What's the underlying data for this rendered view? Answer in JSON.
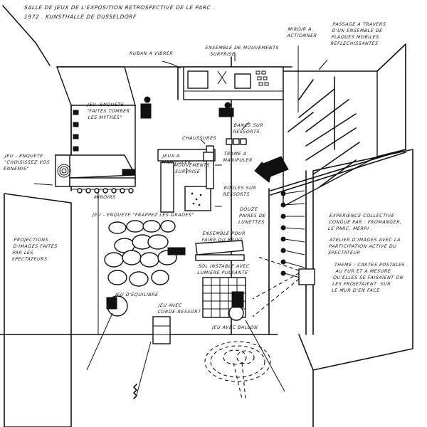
{
  "title": {
    "line1": "Salle de jeux de l'exposition retrospective de Le Parc .",
    "line2": "1972 . Kunsthalle de Dusseldorf"
  },
  "labels": {
    "ruban": "Ruban a vibrer",
    "mouvements_surprise": "Ensemble de mouvements\n   surprise",
    "miroir": "Miroir a\nactionner",
    "passage": "Passage a travers\nd'un ensemble de\nplaques mobiles\nreflechissantes",
    "mythes": "Jeu -enquete\n\"Faites tomber\n les mythes\"",
    "ennemis": "Jeu - enquete\n\"Choisissez vos\nennemis\"",
    "bancs": "Bancs sur\nressorts",
    "chaussures": "Chaussures",
    "jeux_manipuler": "Jeux a\nmanipuler",
    "mouvements_surprise_2": "mouvements\n surprise",
    "trame": "Trame a\nmanipuler",
    "boules": "Boules sur\nressorts",
    "miroirs": "Miroirs",
    "lunettes": "Douze\npaires de\nlunettes",
    "grades": "Jeu - enquete \"Frappez les grades\"",
    "projections": "Projections\nd'images faites\npar les\nspectateurs",
    "bruit": "Ensemble pour\nfaire du bruit",
    "sol_instable": "Sol instable avec\nlumiere pulsante",
    "experience": "Experience collective\ncongue par : Fromanger,\nLe Parc, Merri .",
    "atelier": "Atelier d'images avec la\nparticipation active du\nspectateur",
    "theme": "Theme : cartes postales .\n au fur et a mesure\nqu'elles se faisaient on\nles projetaient  sur\nle mur d'en face",
    "equilibre": "Jeu d'equilibre",
    "corde": "Jeu avec\ncorde-ressort",
    "ballon": "Jeu avec ballon"
  },
  "colors": {
    "ink": "#111111",
    "paper": "#ffffff"
  }
}
